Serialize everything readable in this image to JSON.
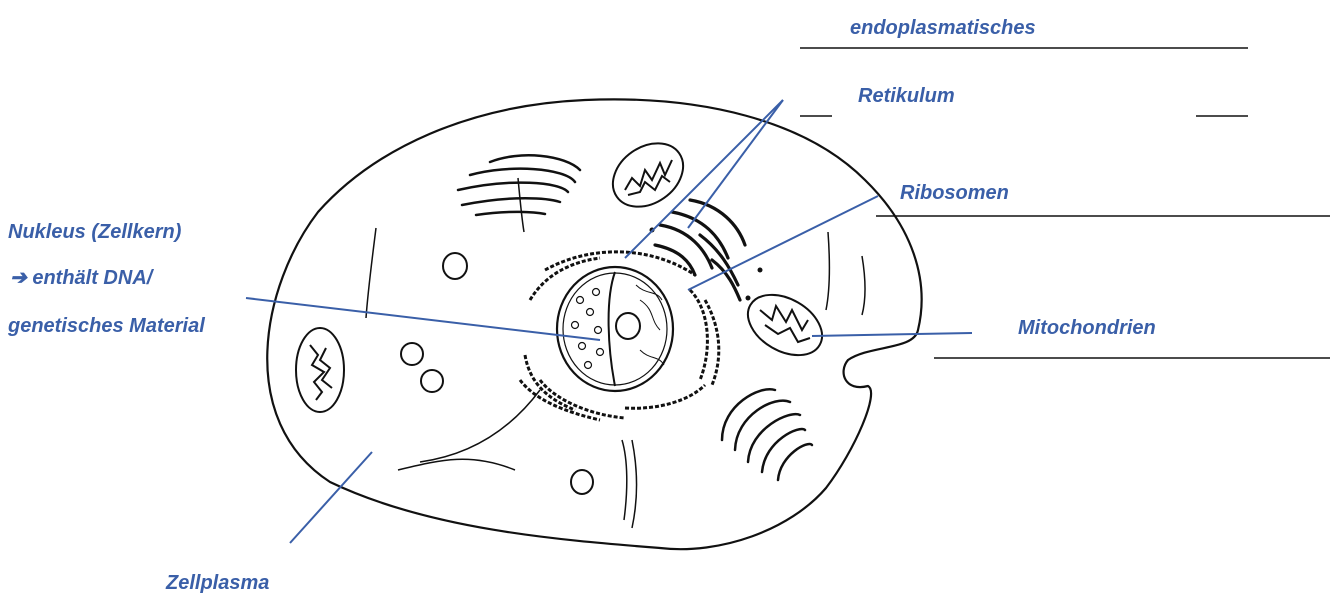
{
  "labels": {
    "er_line1": "endoplasmatisches",
    "er_line2": "Retikulum",
    "ribosomen": "Ribosomen",
    "nukleus_1": "Nukleus (Zellkern)",
    "nukleus_2": "➔ enthält DNA/",
    "nukleus_3": "genetisches Material",
    "mitochondrien": "Mitochondrien",
    "zellplasma": "Zellplasma"
  },
  "colors": {
    "label": "#3a5fa8",
    "pointer": "#3a5fa8",
    "outline": "#111111"
  }
}
